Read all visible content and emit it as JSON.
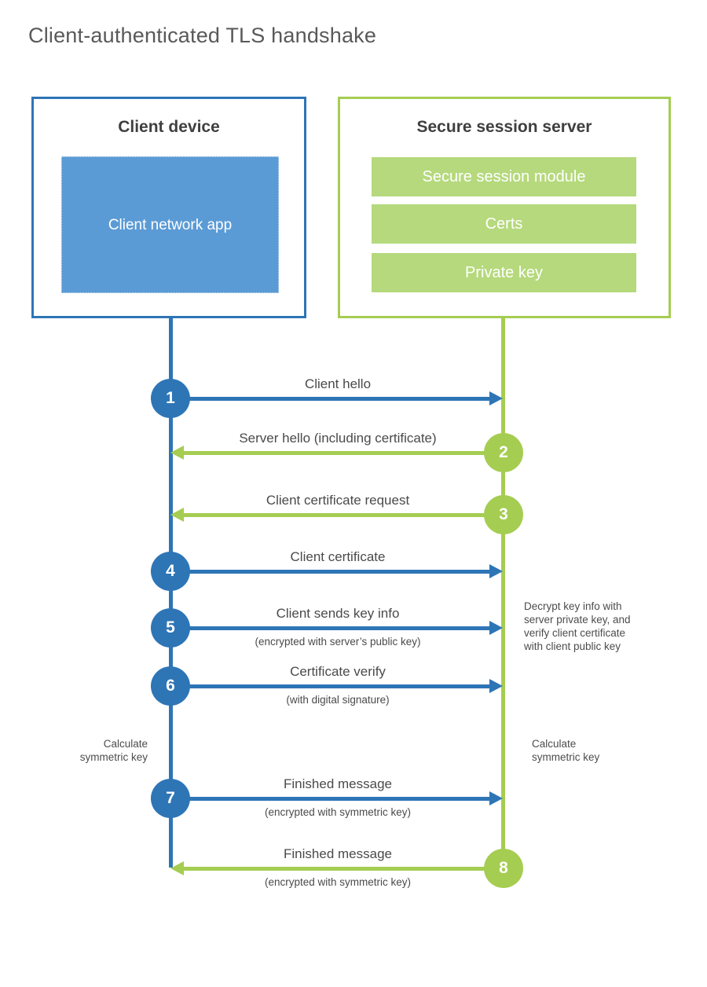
{
  "title": "Client-authenticated TLS handshake",
  "colors": {
    "blue": "#2e75b6",
    "blue_fill": "#5b9bd5",
    "green": "#a5cd52",
    "green_fill": "#b5d97c"
  },
  "client": {
    "heading": "Client device",
    "app_label": "Client network app"
  },
  "server": {
    "heading": "Secure session server",
    "modules": [
      "Secure session module",
      "Certs",
      "Private key"
    ]
  },
  "messages": [
    {
      "num": "1",
      "from": "client",
      "label": "Client hello",
      "sub": ""
    },
    {
      "num": "2",
      "from": "server",
      "label": "Server hello (including certificate)",
      "sub": ""
    },
    {
      "num": "3",
      "from": "server",
      "label": "Client certificate request",
      "sub": ""
    },
    {
      "num": "4",
      "from": "client",
      "label": "Client certificate",
      "sub": ""
    },
    {
      "num": "5",
      "from": "client",
      "label": "Client sends key info",
      "sub": "(encrypted with server’s public key)"
    },
    {
      "num": "6",
      "from": "client",
      "label": "Certificate verify",
      "sub": "(with digital signature)"
    },
    {
      "num": "7",
      "from": "client",
      "label": "Finished message",
      "sub": "(encrypted with symmetric key)"
    },
    {
      "num": "8",
      "from": "server",
      "label": "Finished message",
      "sub": "(encrypted with symmetric key)"
    }
  ],
  "notes": {
    "decrypt": "Decrypt key info with\nserver private key, and\nverify client certificate\nwith client public key",
    "calc_left": "Calculate\nsymmetric key",
    "calc_right": "Calculate\nsymmetric key"
  }
}
